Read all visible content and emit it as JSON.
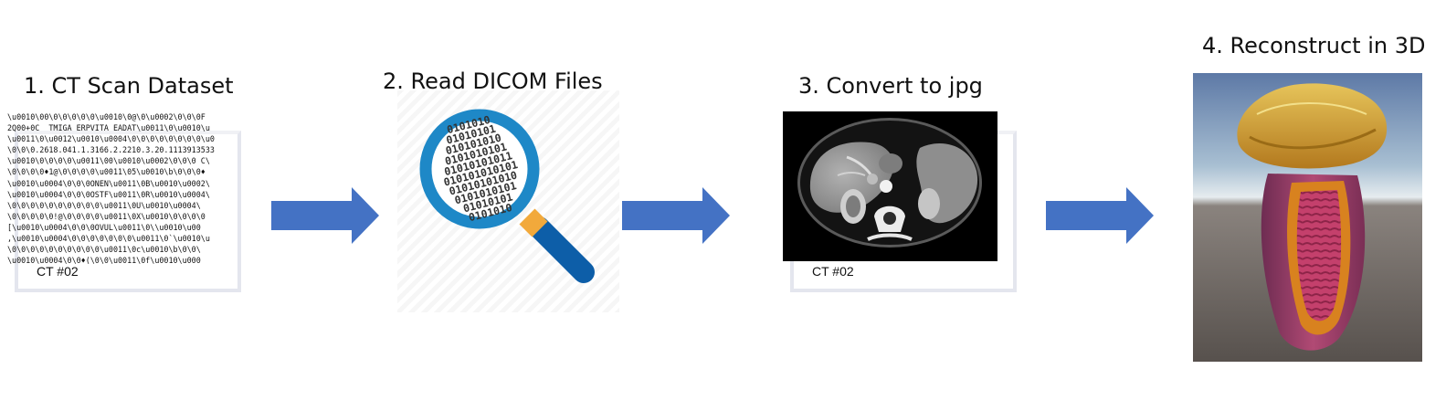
{
  "steps": [
    {
      "title": "1. CT Scan Dataset",
      "caption": "CT #02"
    },
    {
      "title": "2. Read DICOM Files"
    },
    {
      "title": "3. Convert to jpg",
      "caption": "CT #02"
    },
    {
      "title": "4. Reconstruct in 3D"
    }
  ],
  "dicom_dump": [
    "\\u0010\\00\\0\\0\\0\\0\\0\\u0010\\0@\\0\\u0002\\0\\0\\0F",
    "2Q00+0C  TMIGA ERPVITA EADAT\\u0011\\0\\u0010\\u",
    "\\u0011\\0\\u0012\\u0010\\u0004\\0\\0\\0\\0\\0\\0\\0\\0\\u0",
    "\\0\\0\\0.2618.041.1.3166.2.2210.3.20.1113913533",
    "\\u0010\\0\\0\\0\\0\\u0011\\00\\u0010\\u0002\\0\\0\\0 C\\",
    "\\0\\0\\0\\0♦1@\\0\\0\\0\\0\\u0011\\05\\u0010\\b\\0\\0\\0♦",
    "\\u0010\\u0004\\0\\0\\0ONEN\\u0011\\0B\\u0010\\u0002\\",
    "\\u0010\\u0004\\0\\0\\0OSTF\\u0011\\0R\\u0010\\u0004\\",
    "\\0\\0\\0\\0\\0\\0\\0\\0\\0\\0\\u0011\\0U\\u0010\\u0004\\",
    "\\0\\0\\0\\0\\0!@\\0\\0\\0\\0\\u0011\\0X\\u0010\\0\\0\\0\\0",
    "[\\u0010\\u0004\\0\\0\\0OVUL\\u0011\\0\\\\u0010\\u00",
    ",\\u0010\\u0004\\0\\0\\0\\0\\0\\0\\0\\u0011\\0`\\u0010\\u",
    "\\0\\0\\0\\0\\0\\0\\0\\0\\0\\0\\u0011\\0c\\u0010\\b\\0\\0\\",
    "\\u0010\\u0004\\0\\0♦(\\0\\0\\u0011\\0f\\u0010\\u000"
  ],
  "binary_rows": [
    "0101010",
    "01010101",
    "010101010",
    "0101010101",
    "01010101011",
    "010101010101",
    "01010101010",
    "0101010101",
    "01010101",
    "0101010"
  ],
  "colors": {
    "arrow": "#4472c4",
    "lens_ring": "#1e88c7",
    "handle": "#0d5ea8",
    "connector": "#f2a93b"
  }
}
